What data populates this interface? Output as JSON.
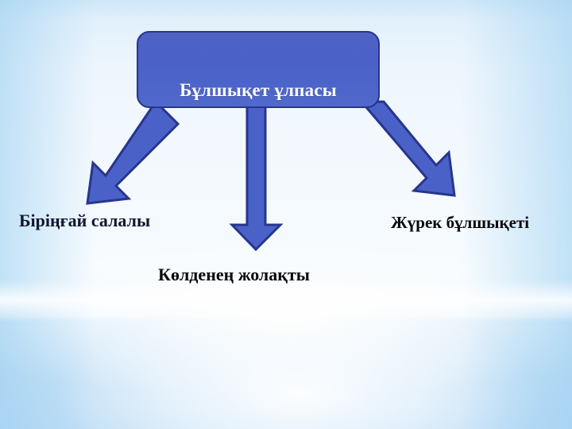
{
  "slide": {
    "background_colors": {
      "top_left": "#a8d4f2",
      "center": "#f4f9fe",
      "bottom": "#bfdef6",
      "edge_blue": "#b6daf4"
    }
  },
  "diagram": {
    "type": "hierarchy",
    "root": {
      "label": "Бұлшықет ұлпасы",
      "text_color": "#ffffff",
      "fill_color": "#4a61c8",
      "border_color": "#27358e"
    },
    "arrows": [
      {
        "name": "arrow-to-smooth",
        "direction": "down-left",
        "fill_color": "#4a62c8",
        "border_color": "#27358e",
        "points_to": "Біріңғай салалы"
      },
      {
        "name": "arrow-to-striated",
        "direction": "down",
        "fill_color": "#4a62c8",
        "border_color": "#27358e",
        "points_to": "Көлденең жолақты"
      },
      {
        "name": "arrow-to-cardiac",
        "direction": "down-right",
        "fill_color": "#4a62c8",
        "border_color": "#27358e",
        "points_to": "Жүрек бұлшықеті"
      }
    ],
    "leaves": [
      {
        "label": "Біріңғай салалы",
        "text_color": "#121530"
      },
      {
        "label": "Көлденең жолақты",
        "text_color": "#08080c"
      },
      {
        "label": "Жүрек бұлшықеті",
        "text_color": "#08080c"
      }
    ]
  }
}
